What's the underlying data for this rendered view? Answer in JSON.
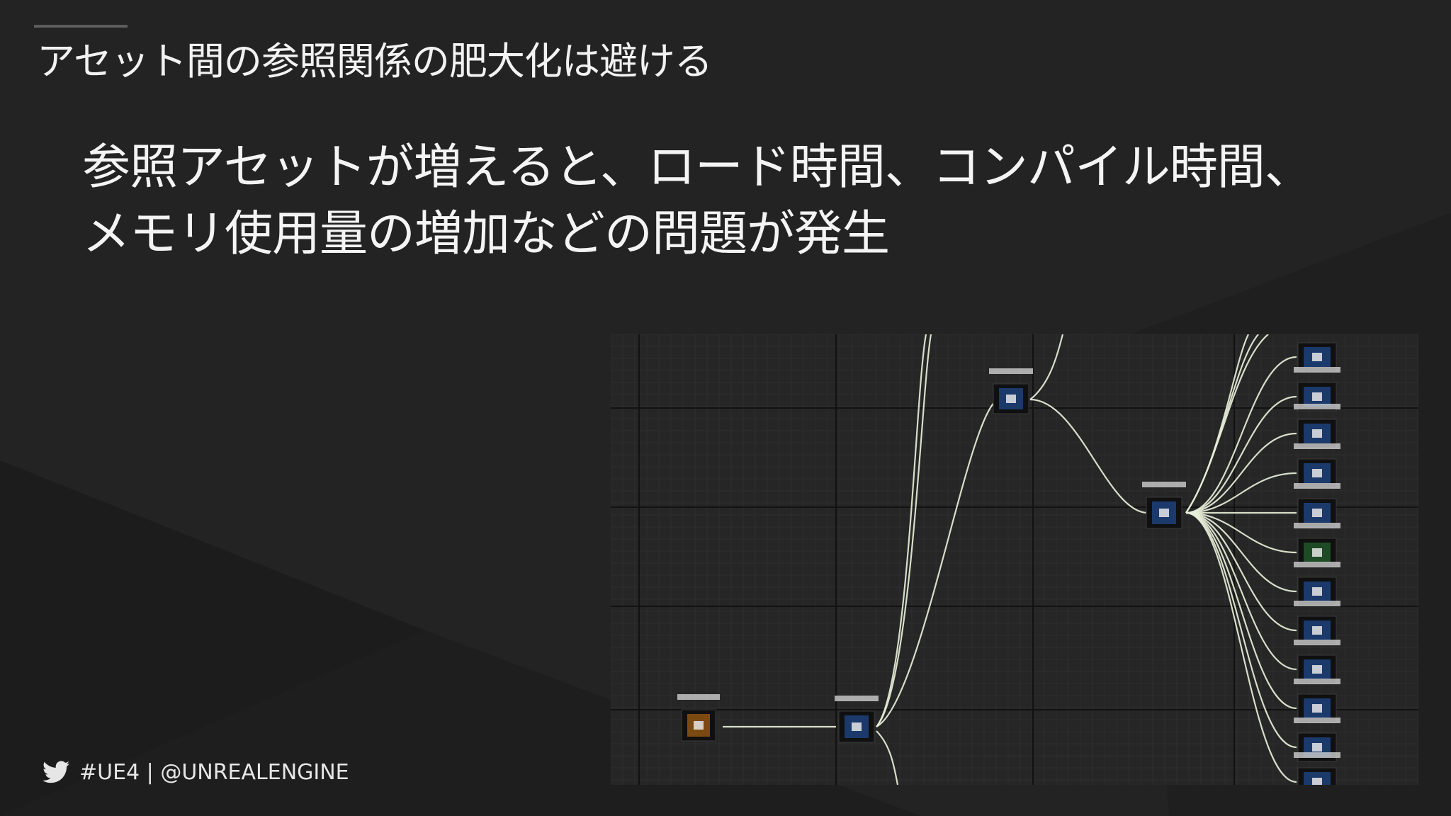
{
  "slide": {
    "title": "アセット間の参照関係の肥大化は避ける",
    "body_lines": [
      "参照アセットが増えると、ロード時間、コンパイル時間、",
      "メモリ使用量の増加などの問題が発生"
    ]
  },
  "footer": {
    "icon": "twitter-bird-icon",
    "text": "#UE4 | @UNREALENGINE"
  },
  "reference_viewer": {
    "node_count_right_column": 12,
    "colors": {
      "background": "#262626",
      "grid_minor": "#2f2f2f",
      "grid_major": "#121212",
      "wire": "#e6eed8",
      "node_body": "#1b3a6b",
      "node_root": "#7a4a10",
      "node_green": "#1f4a26"
    }
  },
  "colors": {
    "background": "#232323",
    "panel_dark": "#1b1b1b",
    "text": "#f4f4f4",
    "rule": "#5c5c5c"
  }
}
